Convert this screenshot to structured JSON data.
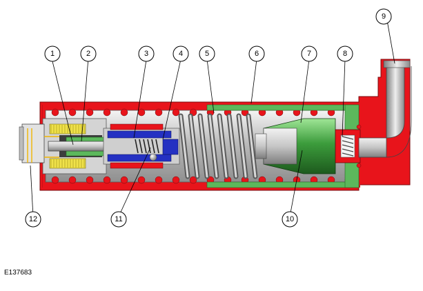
{
  "figure_code": "E137683",
  "callouts": [
    {
      "id": "1",
      "label": "1"
    },
    {
      "id": "2",
      "label": "2"
    },
    {
      "id": "3",
      "label": "3"
    },
    {
      "id": "4",
      "label": "4"
    },
    {
      "id": "5",
      "label": "5"
    },
    {
      "id": "6",
      "label": "6"
    },
    {
      "id": "7",
      "label": "7"
    },
    {
      "id": "8",
      "label": "8"
    },
    {
      "id": "9",
      "label": "9"
    },
    {
      "id": "10",
      "label": "10"
    },
    {
      "id": "11",
      "label": "11"
    },
    {
      "id": "12",
      "label": "12"
    }
  ],
  "colors": {
    "housing": "#e8141b",
    "housing_dark": "#b00d12",
    "body_grey": "#c9c9c9",
    "body_light": "#eeeeee",
    "spring_grey": "#9a9a9a",
    "green": "#3d9a3d",
    "green_light": "#a6e3a0",
    "blue": "#2431c2",
    "yellow": "#f0e24a",
    "connector": "#d9d9d9"
  }
}
